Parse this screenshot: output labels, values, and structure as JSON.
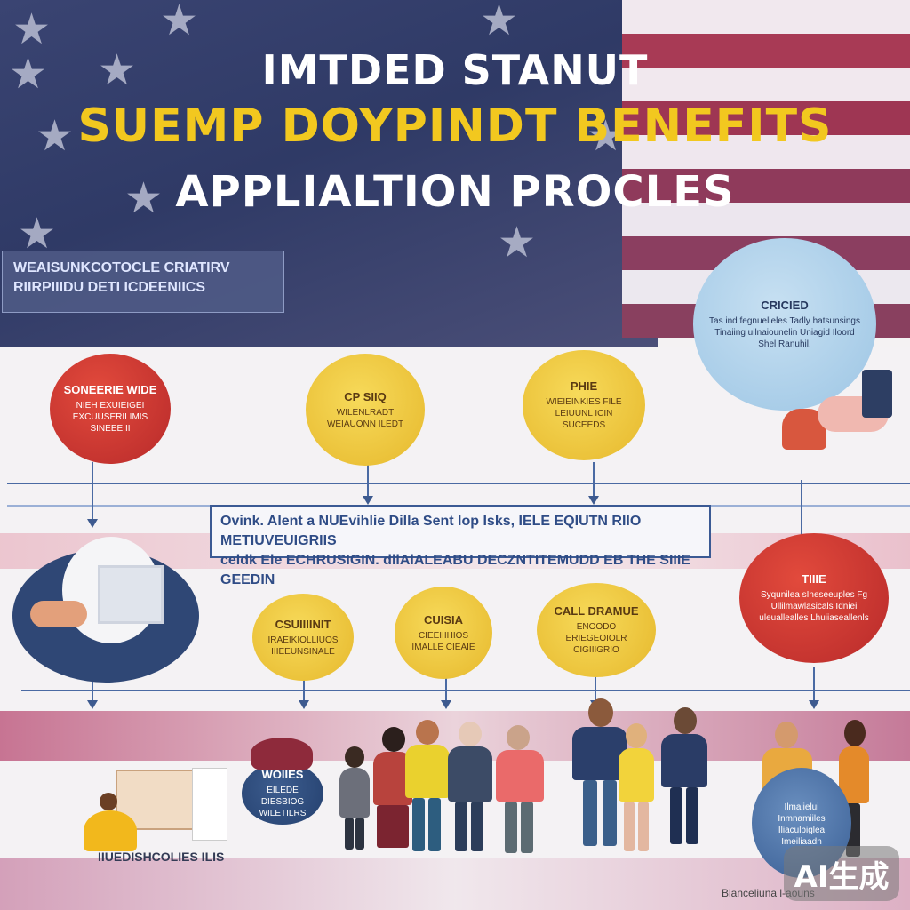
{
  "title": {
    "line1": "IMTDED STANUT",
    "line2": "SUEMP DOYPINDT BENEFITS",
    "line3": "APPLIALTION PROCLES"
  },
  "banner_left": {
    "line1": "WEAISUNKCOTOCLE CRIATIRV",
    "line2": "RIIRPIIIDU DETI ICDEENIICS"
  },
  "banner_mid": {
    "line1": "Ovink. Alent a NUEvihlie Dilla Sent lop Isks, IELE EQIUTN RIIO METIUVEUIGRIIS",
    "line2": "celdk Ele ECHRUSIGIN. dllAlALEABU DECZNTITEMUDD EB THE SIIIE GEEDIN"
  },
  "circles": {
    "red1": {
      "title": "SONEERIE WIDE",
      "body": "NIEH EXUIEIGEI EXCUUSERII IMIS SINEEEIII"
    },
    "yel1": {
      "title": "CP SIIQ",
      "body": "WILENLRADT WEIAUONN ILEDT"
    },
    "yel2": {
      "title": "PHIE",
      "body": "WIEIEINKIES FILE LEIUUNL ICIN SUCEEDS"
    },
    "blue1": {
      "title": "CRICIED",
      "body": "Tas ind fegnuelieles Tadly hatsunsings Tinaiing uilnaiounelin Uniagid Iloord Shel Ranuhil."
    },
    "yel3": {
      "title": "CSUIIIINIT",
      "body": "IRAEIKIOLLIUOS IIIEEUNSINALE"
    },
    "yel4": {
      "title": "CUISIA",
      "body": "CIEEIIIHIOS IMALLE CIEAIE"
    },
    "yel5": {
      "title": "CALL DRAMUE",
      "body": "ENOODO ERIEGEOIOLR CIGIIIGRIO"
    },
    "red2": {
      "title": "TIIIE",
      "body": "Syqunilea sIneseeuples Fg Ullilmawlasicals Idniei uleuallealles Lhuiiaseallenls"
    },
    "navy1": {
      "title": "WOIIES",
      "body": "EILEDE DIESBIOG WILETILRS"
    },
    "blue2": {
      "title": "",
      "body": "Ilmaiielui Inmnamiiles Iliaculbiglea Imeiliaadn"
    }
  },
  "bottom_caption": "IIUEDISHCOLIES ILIS",
  "bottom_right_caption": "Blanceliuna l-aouns",
  "watermark": "AI生成"
}
